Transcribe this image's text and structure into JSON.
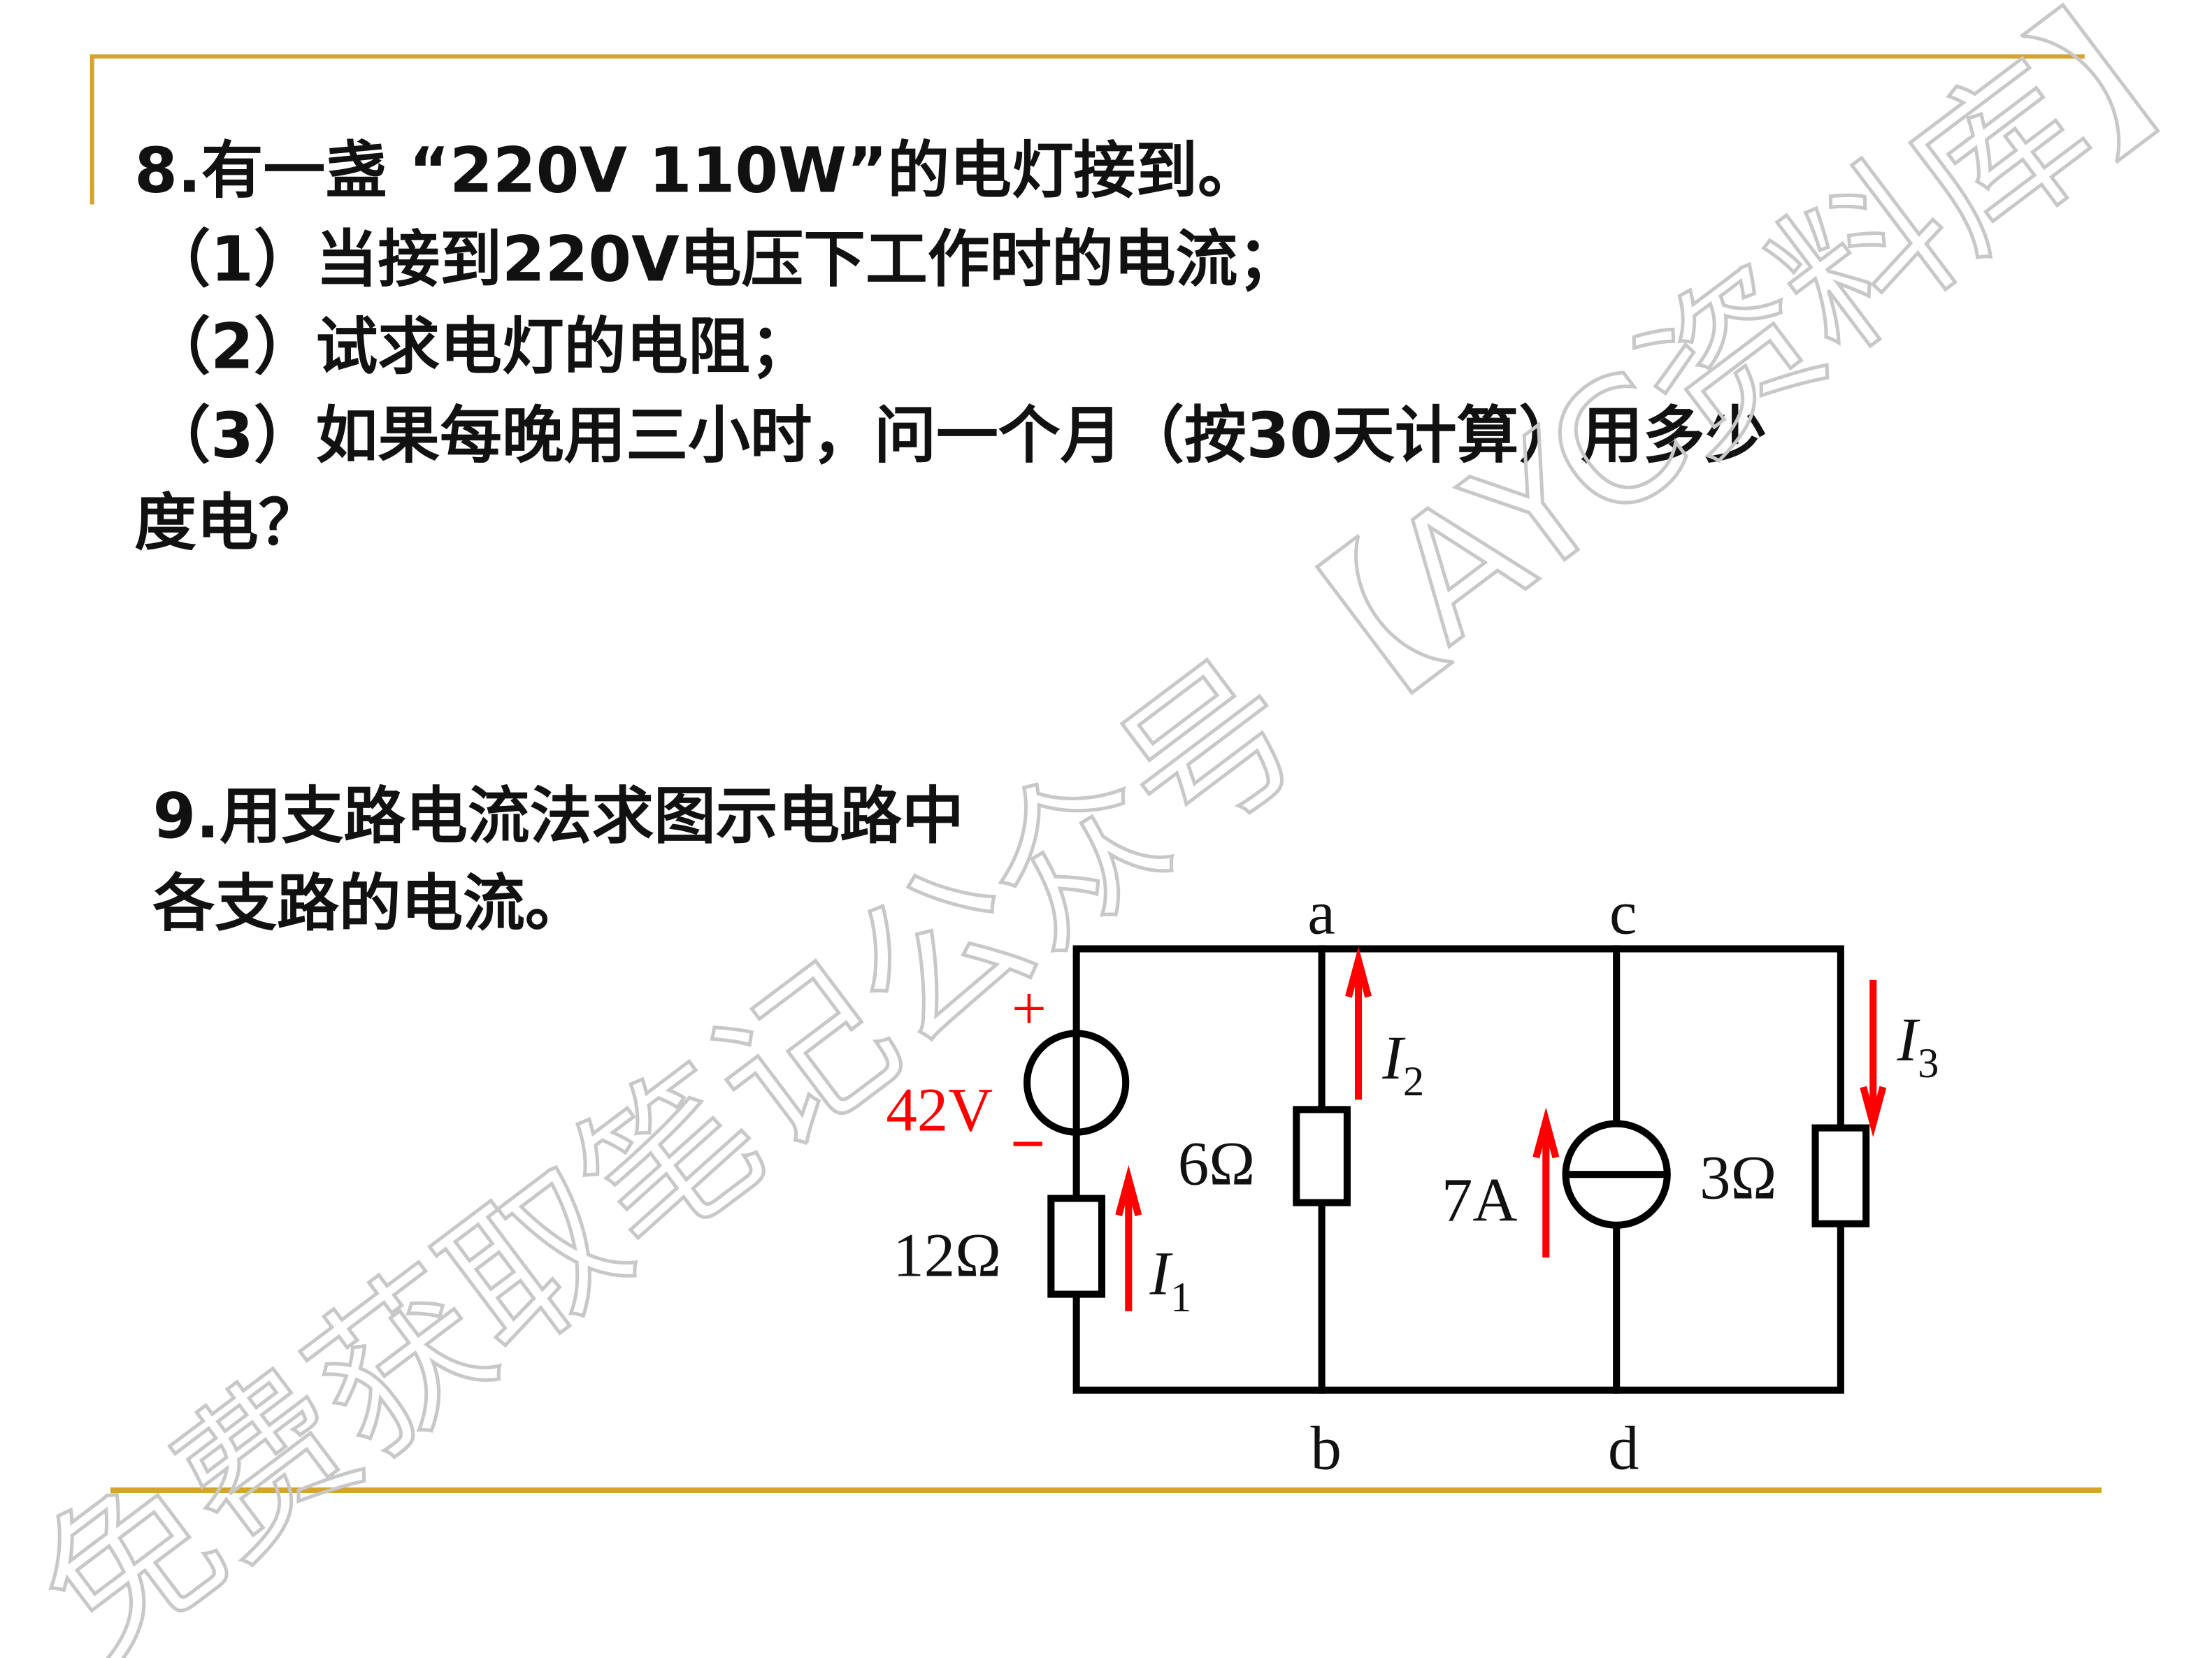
{
  "problem8": {
    "title": "8.有一盏 “220V 110W”的电灯接到。",
    "items": [
      "（1）当接到220V电压下工作时的电流；",
      "（2）试求电灯的电阻；",
      "（3）如果每晚用三小时，问一个月（按30天计算）用多少",
      "度电？"
    ]
  },
  "problem9": {
    "lines": [
      "9.用支路电流法求图示电路中",
      "各支路的电流。"
    ],
    "circuit": {
      "nodes": {
        "a": "a",
        "b": "b",
        "c": "c",
        "d": "d"
      },
      "voltage_source": "42V",
      "plus": "+",
      "minus": "−",
      "r1": "12Ω",
      "r2": "6Ω",
      "r3": "3Ω",
      "current_source": "7A",
      "i_symbol": "I",
      "i1_sub": "1",
      "i2_sub": "2",
      "i3_sub": "3"
    }
  },
  "watermark": "免费获取笔记公众号【AYC资料库】",
  "colors": {
    "rule": "#D4A52A",
    "arrow": "#FF0000",
    "watermark": "#C8C8C8"
  }
}
